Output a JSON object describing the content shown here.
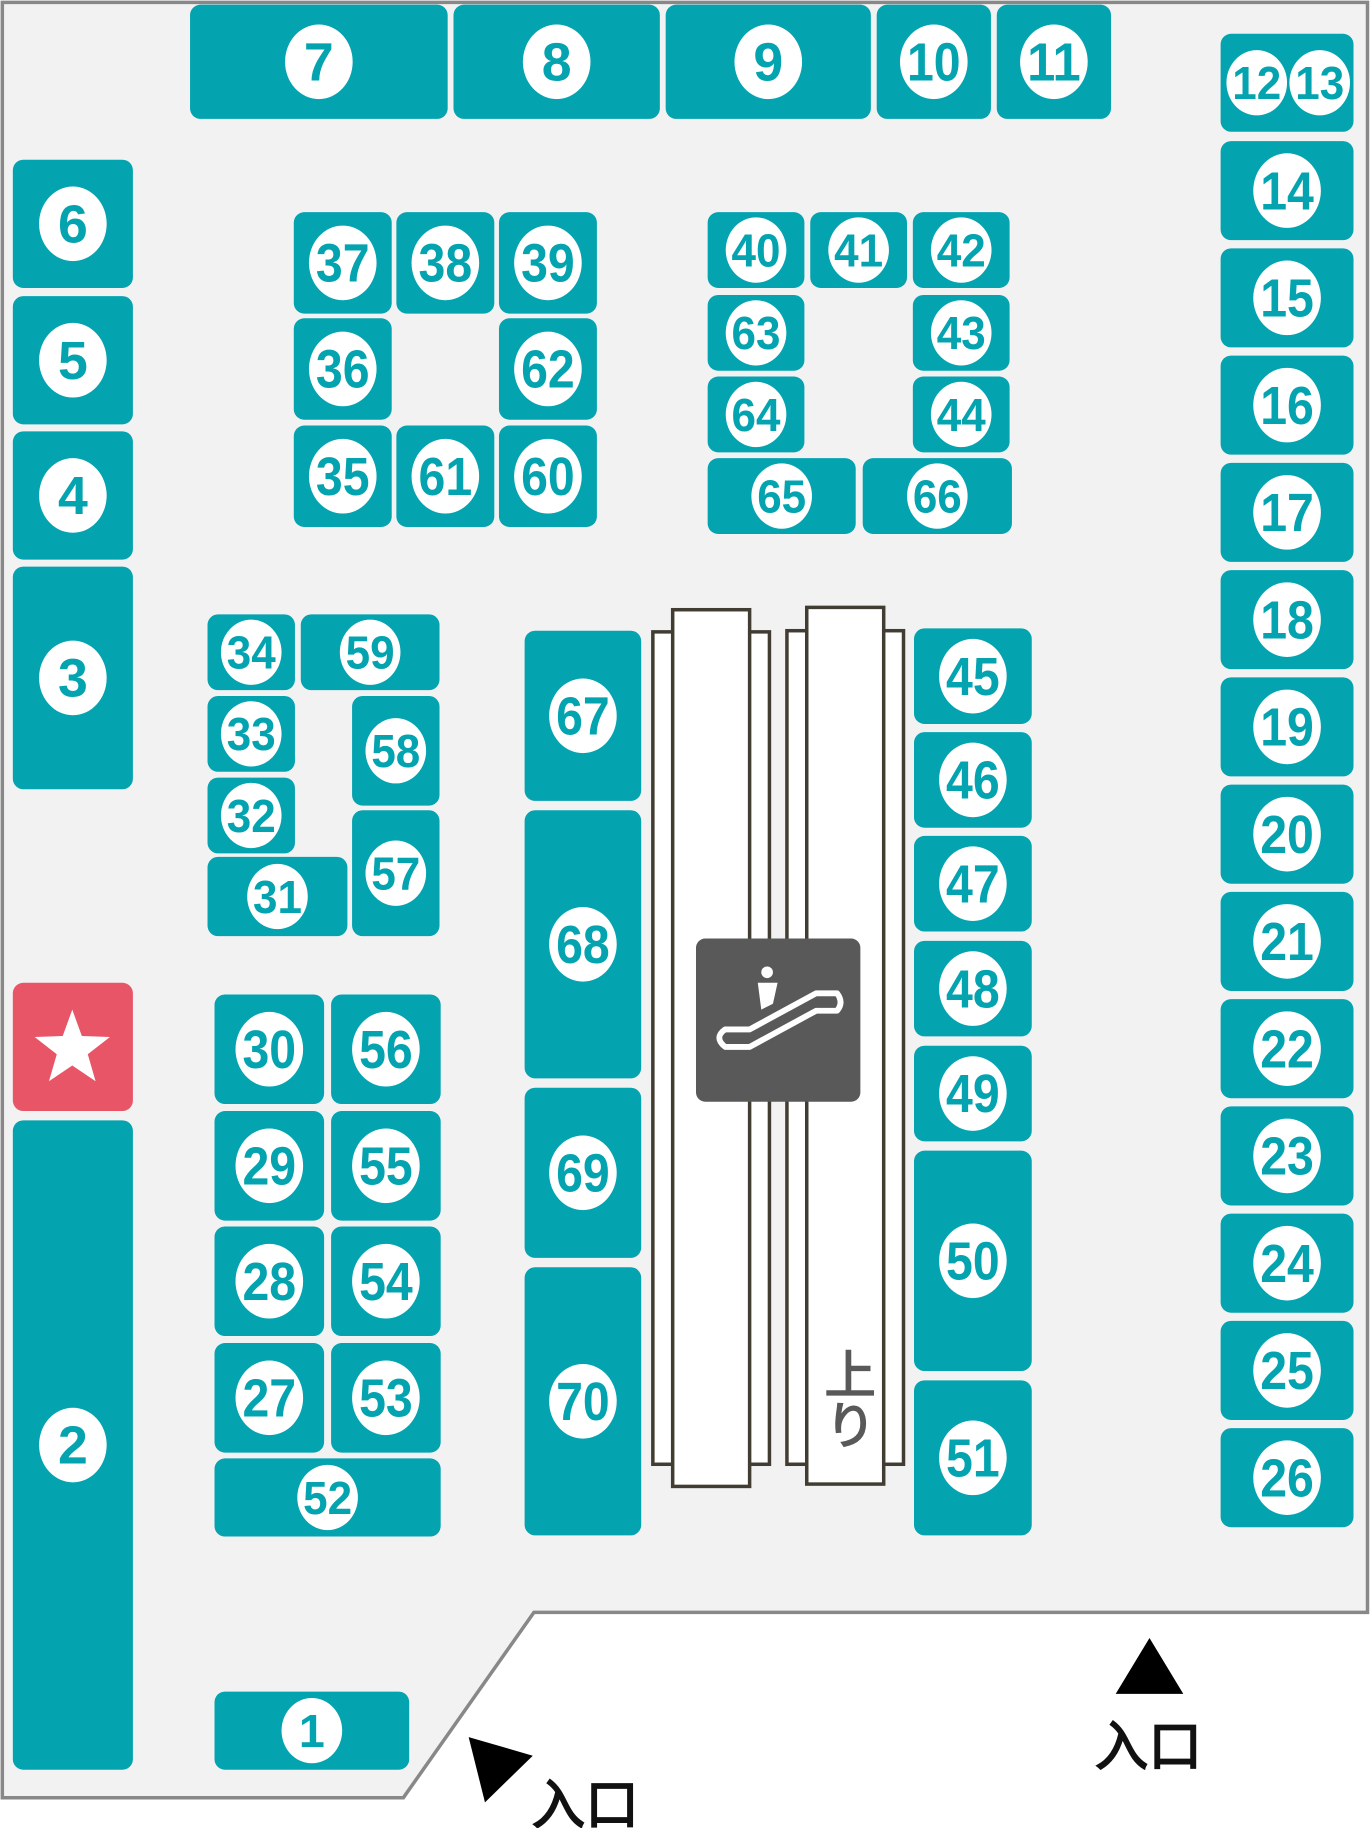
{
  "colors": {
    "booth": "#03A3B0",
    "highlight": "#E85566",
    "floor": "#F2F2F2",
    "wall": "#888888",
    "escalator_sign": "#5A595A",
    "escalator_edge": "#423D33"
  },
  "booths": [
    "1",
    "2",
    "3",
    "4",
    "5",
    "6",
    "7",
    "8",
    "9",
    "10",
    "11",
    "12",
    "13",
    "14",
    "15",
    "16",
    "17",
    "18",
    "19",
    "20",
    "21",
    "22",
    "23",
    "24",
    "25",
    "26",
    "27",
    "28",
    "29",
    "30",
    "31",
    "32",
    "33",
    "34",
    "35",
    "36",
    "37",
    "38",
    "39",
    "40",
    "41",
    "42",
    "43",
    "44",
    "45",
    "46",
    "47",
    "48",
    "49",
    "50",
    "51",
    "52",
    "53",
    "54",
    "55",
    "56",
    "57",
    "58",
    "59",
    "60",
    "61",
    "62",
    "63",
    "64",
    "65",
    "66",
    "67",
    "68",
    "69",
    "70"
  ],
  "highlight_icon": "star-icon",
  "escalator": {
    "icon": "escalator-icon",
    "direction_label": "上り"
  },
  "entrances": [
    {
      "label": "入口",
      "icon": "triangle-up-icon"
    },
    {
      "label": "入口",
      "icon": "triangle-upleft-icon"
    }
  ]
}
